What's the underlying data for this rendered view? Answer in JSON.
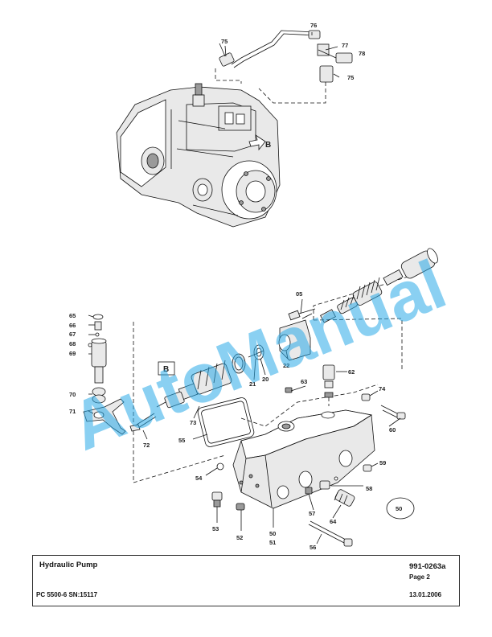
{
  "labels": {
    "p75a": "75",
    "p76": "76",
    "p77": "77",
    "p78": "78",
    "p75b": "75",
    "arrowB": "B",
    "boxB": "B",
    "p05": "05",
    "p62": "62",
    "p63": "63",
    "p74": "74",
    "p60": "60",
    "p65": "65",
    "p66": "66",
    "p67": "67",
    "p68": "68",
    "p69": "69",
    "p70": "70",
    "p71": "71",
    "p72": "72",
    "p73": "73",
    "p55": "55",
    "p21": "21",
    "p20": "20",
    "p22": "22",
    "p54": "54",
    "p59": "59",
    "p58": "58",
    "p57": "57",
    "p64": "64",
    "p53": "53",
    "p52": "52",
    "p50": "50",
    "p51": "51",
    "p56": "56",
    "p50c": "50"
  },
  "watermark": "AutoManual",
  "footer": {
    "title": "Hydraulic Pump",
    "doc_number": "991-0263a",
    "page": "Page 2",
    "model": "PC 5500-6 SN:15117",
    "date": "13.01.2006"
  }
}
